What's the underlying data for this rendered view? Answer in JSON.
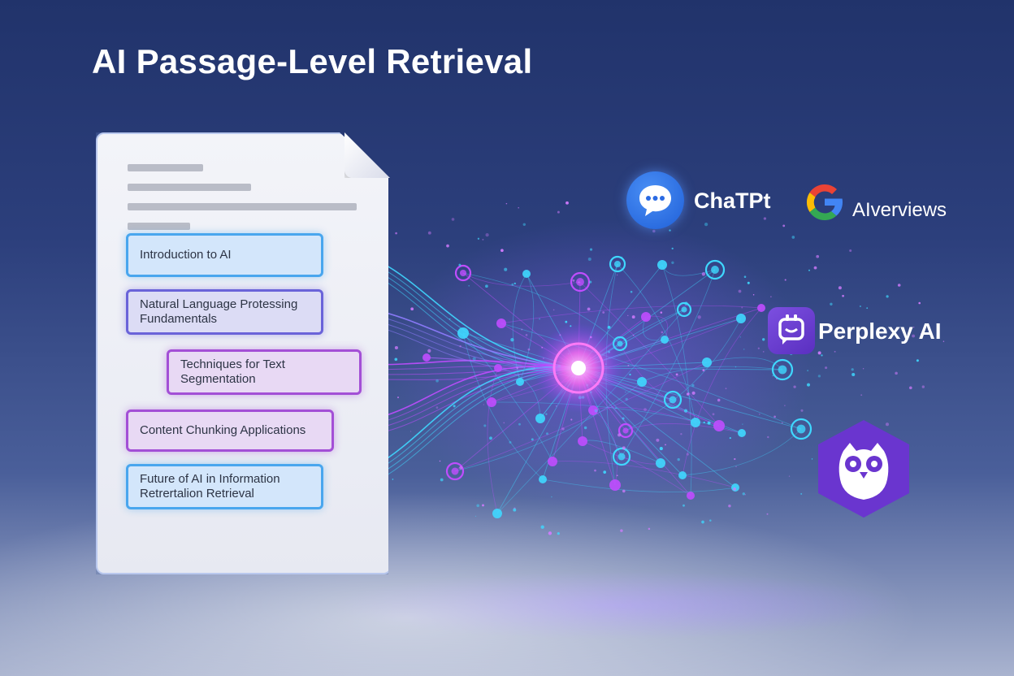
{
  "title": "AI Passage-Level Retrieval",
  "passages": [
    {
      "text": "Introduction to AI",
      "color": "#49a6ee"
    },
    {
      "text": "Natural Language Protessing Fundamentals",
      "color": "#6a63d9"
    },
    {
      "text": "Techniques for Text Segmentation",
      "color": "#a34fd6"
    },
    {
      "text": "Content Chunking Applications",
      "color": "#a34fd6"
    },
    {
      "text": "Future of AI in Information Retrertalion Retrieval",
      "color": "#49a6ee"
    }
  ],
  "platforms": {
    "chatgpt": {
      "label": "ChaTPt",
      "icon": "chat-bubble-icon"
    },
    "google": {
      "label": "AIverviews",
      "icon": "google-g-icon"
    },
    "perplexity": {
      "label": "Perplexy AI",
      "icon": "perplexity-icon"
    },
    "owl": {
      "icon": "owl-icon"
    }
  },
  "colors": {
    "background": "#2c3f7c",
    "cyan": "#3fd8ff",
    "violet": "#c04dff",
    "hub": "#ff6ef5"
  }
}
